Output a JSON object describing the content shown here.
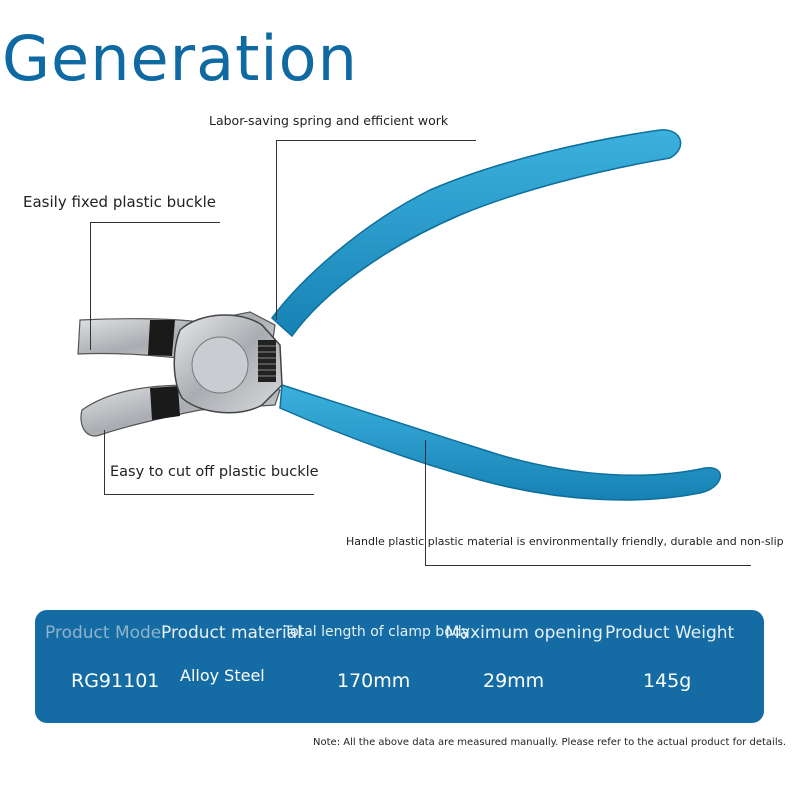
{
  "title": "Generation",
  "callouts": {
    "spring": "Labor-saving spring and efficient work",
    "fixed": "Easily fixed plastic buckle",
    "cut": "Easy to cut off plastic buckle",
    "handle": "Handle plastic plastic material is environmentally friendly, durable and non-slip"
  },
  "specs": {
    "headers": [
      "Product Model",
      "Product material",
      "Total length of clamp body",
      "Maximum opening",
      "Product Weight"
    ],
    "values": [
      "RG91101",
      "Alloy Steel",
      "170mm",
      "29mm",
      "145g"
    ]
  },
  "note": "Note: All the above data are measured manually. Please refer to the actual product for details.",
  "colors": {
    "title": "#0f6aa3",
    "handle": "#1d96c9",
    "spec_bg": "#156ba3"
  },
  "icons": [
    "pliers-illustration"
  ]
}
